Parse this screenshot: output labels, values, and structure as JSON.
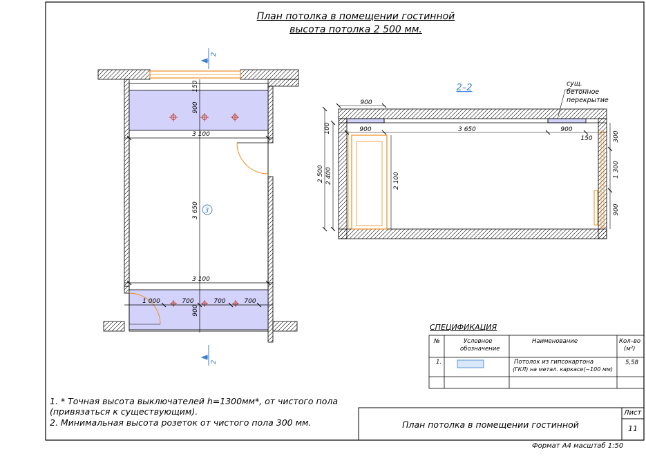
{
  "title": {
    "line1": "План потолка в помещении гостинной",
    "line2": "высота потолка  2 500 мм."
  },
  "plan": {
    "section_mark": "2",
    "room_number": "3",
    "dims": {
      "top_width": "3 100",
      "bottom_width": "3 100",
      "height": "3 650",
      "top_strip": "900",
      "top_offset": "150",
      "bottom_strip": "900",
      "b1": "1 000",
      "b2": "700",
      "b3": "700",
      "b4": "700"
    }
  },
  "section": {
    "label": "2–2",
    "note_line1": "сущ.",
    "note_line2": "бетонное",
    "note_line3": "перекрытие",
    "dims": {
      "top_left": "900",
      "left": "900",
      "middle": "3 650",
      "right": "900",
      "right_offset": "150",
      "h_100": "100",
      "h_2500": "2 500",
      "h_2400": "2 400",
      "door": "2 100",
      "r_300": "300",
      "r_1300": "1 300",
      "r_900": "900"
    }
  },
  "notes": {
    "line1": "1. * Точная высота выключателей h=1300мм*,  от чистого пола",
    "line2": "(привязаться к существующим).",
    "line3": "2. Минимальная высота розеток от чистого пола 300 мм."
  },
  "spec": {
    "title": "СПЕЦИФИКАЦИЯ",
    "headers": {
      "num": "№",
      "symbol_l1": "Условное",
      "symbol_l2": "обозначение",
      "name": "Наименование",
      "qty_l1": "Кол–во",
      "qty_l2": "(м²)"
    },
    "row": {
      "num": "1.",
      "name_l1": "Потолок из гипсокартона",
      "name_l2": "(ГКЛ) на метал. каркасе(~100 мм)",
      "qty": "5,58"
    }
  },
  "stamp": {
    "title": "План потолка в помещении гостинной",
    "sheet_label": "Лист",
    "sheet_number": "11"
  },
  "format": "Формат А4 масштаб 1:50",
  "colors": {
    "ceiling_fill": "#d2d2fa",
    "accent_orange": "#f08a1c",
    "section_blue": "#3a7fd0",
    "hatch": "#000000"
  }
}
